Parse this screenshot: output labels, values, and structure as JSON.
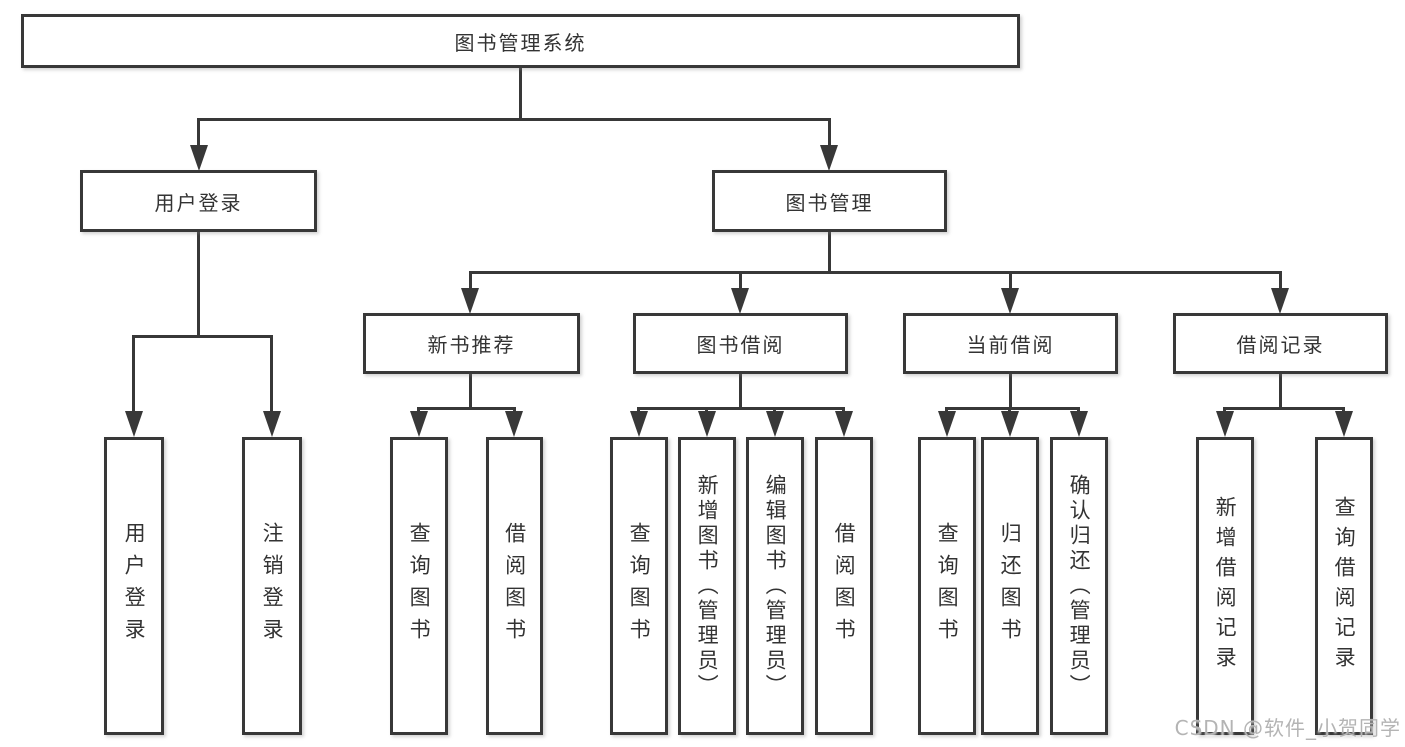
{
  "colors": {
    "line": "#383838",
    "box_fill": "#ffffff",
    "text": "#333333",
    "watermark": "#b4b4b4"
  },
  "watermark": {
    "text": "CSDN @软件_小贺同学"
  },
  "tree": {
    "root": {
      "label": "图书管理系统"
    },
    "user_login": {
      "label": "用户登录",
      "children": [
        {
          "label": "用户登录"
        },
        {
          "label": "注销登录"
        }
      ]
    },
    "book_management": {
      "label": "图书管理",
      "sections": [
        {
          "label": "新书推荐",
          "children": [
            {
              "label": "查询图书"
            },
            {
              "label": "借阅图书"
            }
          ]
        },
        {
          "label": "图书借阅",
          "children": [
            {
              "label": "查询图书"
            },
            {
              "label": "新增图书（管理员）"
            },
            {
              "label": "编辑图书（管理员）"
            },
            {
              "label": "借阅图书"
            }
          ]
        },
        {
          "label": "当前借阅",
          "children": [
            {
              "label": "查询图书"
            },
            {
              "label": "归还图书"
            },
            {
              "label": "确认归还（管理员）"
            }
          ]
        },
        {
          "label": "借阅记录",
          "children": [
            {
              "label": "新增借阅记录"
            },
            {
              "label": "查询借阅记录"
            }
          ]
        }
      ]
    }
  }
}
